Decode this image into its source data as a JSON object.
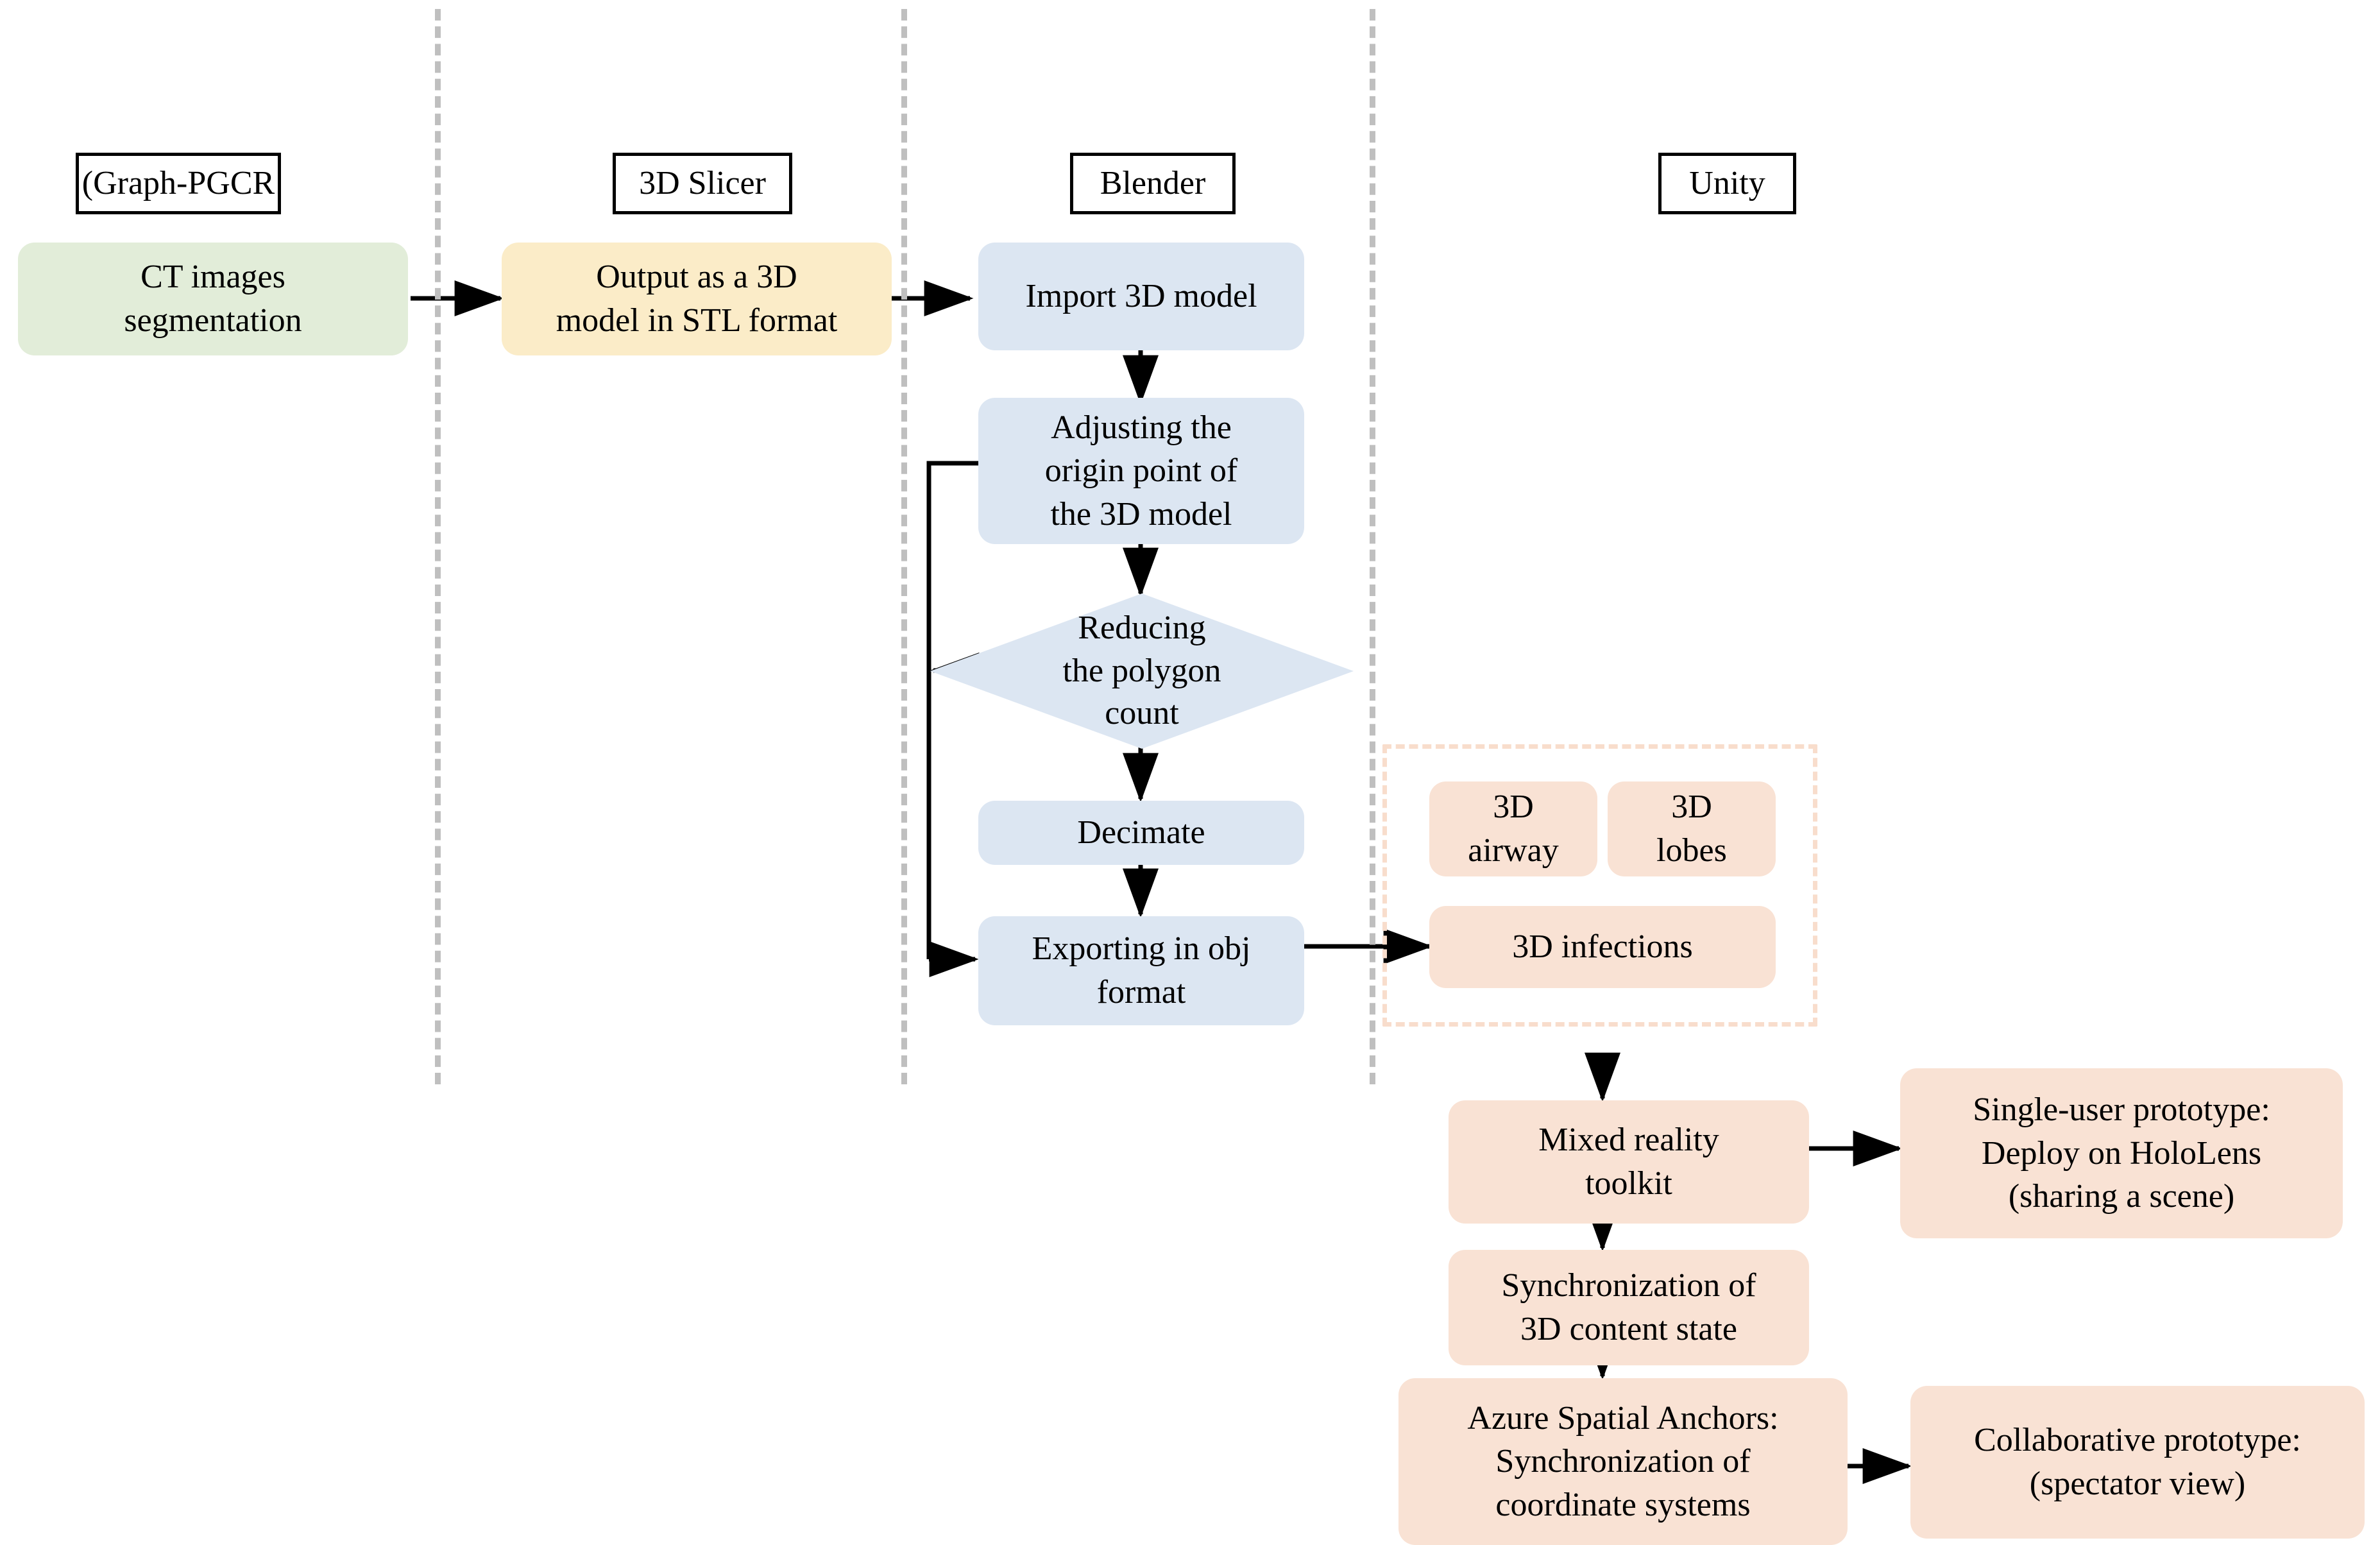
{
  "diagram": {
    "title": "3D model preparation and mixed-reality deployment pipeline",
    "lanes": [
      {
        "id": "graph-pgcr",
        "label": "(Graph-PGCR"
      },
      {
        "id": "slicer",
        "label": "3D Slicer"
      },
      {
        "id": "blender",
        "label": "Blender"
      },
      {
        "id": "unity",
        "label": "Unity"
      }
    ],
    "nodes": {
      "ct_images": {
        "label": "CT images\nsegmentation",
        "color": "#e2edd9"
      },
      "stl_output": {
        "label": "Output as a 3D\nmodel in STL format",
        "color": "#fbecc8"
      },
      "import_model": {
        "label": "Import 3D model",
        "color": "#dce6f2"
      },
      "adjust_origin": {
        "label": "Adjusting the\norigin point of\nthe 3D model",
        "color": "#dce6f2"
      },
      "reduce_polygon": {
        "label": "Reducing\nthe polygon\ncount",
        "color": "#dce6f2"
      },
      "decimate": {
        "label": "Decimate",
        "color": "#dce6f2"
      },
      "export_obj": {
        "label": "Exporting in obj\nformat",
        "color": "#dce6f2"
      },
      "airway_3d": {
        "label": "3D\nairway",
        "color": "#f9e2d4"
      },
      "lobes_3d": {
        "label": "3D\nlobes",
        "color": "#f9e2d4"
      },
      "infections_3d": {
        "label": "3D infections",
        "color": "#f9e2d4"
      },
      "mrtk": {
        "label": "Mixed reality\ntoolkit",
        "color": "#f9e2d4"
      },
      "single_user": {
        "label": "Single-user prototype:\nDeploy on HoloLens\n(sharing a scene)",
        "color": "#f9e2d4"
      },
      "sync_state": {
        "label": "Synchronization of\n3D content state",
        "color": "#f9e2d4"
      },
      "azure_anchors": {
        "label": "Azure Spatial Anchors:\nSynchronization of\ncoordinate systems",
        "color": "#f9e2d4"
      },
      "collaborative": {
        "label": "Collaborative prototype:\n(spectator view)",
        "color": "#f9e2d4"
      }
    },
    "colors": {
      "segmentation_fill": "#e2edd9",
      "slicer_fill": "#fbecc8",
      "blender_fill": "#dce6f2",
      "unity_fill": "#f9e2d4",
      "lane_separator": "#bfbfbf",
      "group_frame": "#f8ddcc",
      "connector": "#000000",
      "background": "#ffffff"
    }
  }
}
